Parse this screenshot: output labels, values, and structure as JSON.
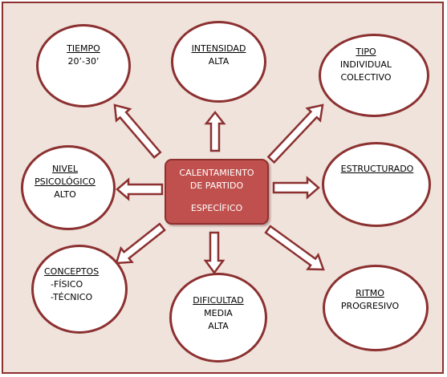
{
  "center": {
    "line1": "CALENTAMIENTO",
    "line2": "DE PARTIDO",
    "line3": "ESPECÍFICO"
  },
  "nodes": {
    "tiempo": {
      "title": "TIEMPO",
      "lines": [
        "20’-30’"
      ]
    },
    "intensidad": {
      "title": "INTENSIDAD",
      "lines": [
        "ALTA"
      ]
    },
    "tipo": {
      "title": "TIPO",
      "lines": [
        "INDIVIDUAL",
        "COLECTIVO"
      ]
    },
    "nivel": {
      "title_lines": [
        "NIVEL",
        "PSICOLÓGICO"
      ],
      "lines": [
        "ALTO"
      ]
    },
    "estructurado": {
      "title": "ESTRUCTURADO",
      "lines": []
    },
    "conceptos": {
      "title": "CONCEPTOS",
      "lines": [
        "-FÍSICO",
        "-TÉCNICO"
      ]
    },
    "dificultad": {
      "title": "DIFICULTAD",
      "lines": [
        "MEDIA",
        "ALTA"
      ]
    },
    "ritmo": {
      "title": "RITMO",
      "lines": [
        "PROGRESIVO"
      ]
    }
  },
  "colors": {
    "background": "#efe3dc",
    "border": "#8c3030",
    "center_fill": "#c0504d",
    "circle_fill": "#ffffff"
  }
}
